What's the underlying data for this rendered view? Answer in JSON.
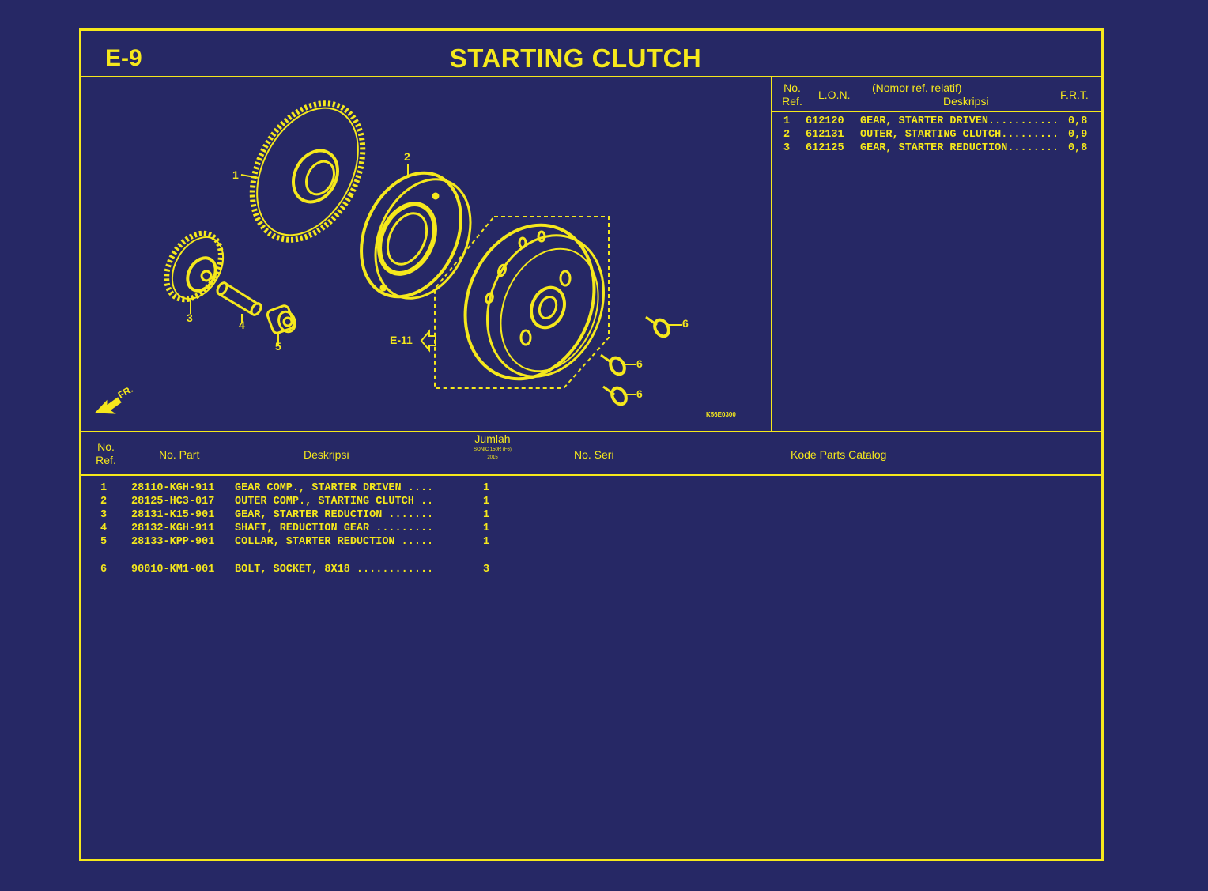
{
  "header": {
    "code": "E-9",
    "title": "STARTING CLUTCH"
  },
  "lon_table": {
    "headers": {
      "no_ref_1": "No.",
      "no_ref_2": "Ref.",
      "lon": "L.O.N.",
      "desc_1": "(Nomor ref. relatif)",
      "desc_2": "Deskripsi",
      "frt": "F.R.T."
    },
    "rows": [
      {
        "ref": "1",
        "lon": "612120",
        "desc": "GEAR, STARTER DRIVEN...........",
        "frt": "0,8"
      },
      {
        "ref": "2",
        "lon": "612131",
        "desc": "OUTER, STARTING CLUTCH.........",
        "frt": "0,9"
      },
      {
        "ref": "3",
        "lon": "612125",
        "desc": "GEAR, STARTER REDUCTION........",
        "frt": "0,8"
      }
    ]
  },
  "diagram": {
    "labels": {
      "p1": "1",
      "p2": "2",
      "p3": "3",
      "p4": "4",
      "p5": "5",
      "p6a": "6",
      "p6b": "6",
      "p6c": "6"
    },
    "ref_arrow": "E-11",
    "front_arrow": "FR.",
    "drawing_code": "K56E0300"
  },
  "parts_table": {
    "headers": {
      "no_ref_1": "No.",
      "no_ref_2": "Ref.",
      "no_part": "No. Part",
      "desc": "Deskripsi",
      "qty": "Jumlah",
      "qty_model": "SONIC 150R (F6)",
      "qty_year": "2015",
      "no_seri": "No. Seri",
      "kode": "Kode Parts Catalog"
    },
    "rows": [
      {
        "ref": "1",
        "part": "28110-KGH-911",
        "desc": "GEAR COMP., STARTER DRIVEN ....",
        "qty": "1"
      },
      {
        "ref": "2",
        "part": "28125-HC3-017",
        "desc": "OUTER COMP., STARTING CLUTCH ..",
        "qty": "1"
      },
      {
        "ref": "3",
        "part": "28131-K15-901",
        "desc": "GEAR, STARTER REDUCTION .......",
        "qty": "1"
      },
      {
        "ref": "4",
        "part": "28132-KGH-911",
        "desc": "SHAFT, REDUCTION GEAR .........",
        "qty": "1"
      },
      {
        "ref": "5",
        "part": "28133-KPP-901",
        "desc": "COLLAR, STARTER REDUCTION .....",
        "qty": "1"
      },
      {
        "ref": "6",
        "part": "90010-KM1-001",
        "desc": "BOLT, SOCKET, 8X18 ............",
        "qty": "3"
      }
    ]
  },
  "colors": {
    "background": "#262865",
    "line": "#f5e81c"
  }
}
